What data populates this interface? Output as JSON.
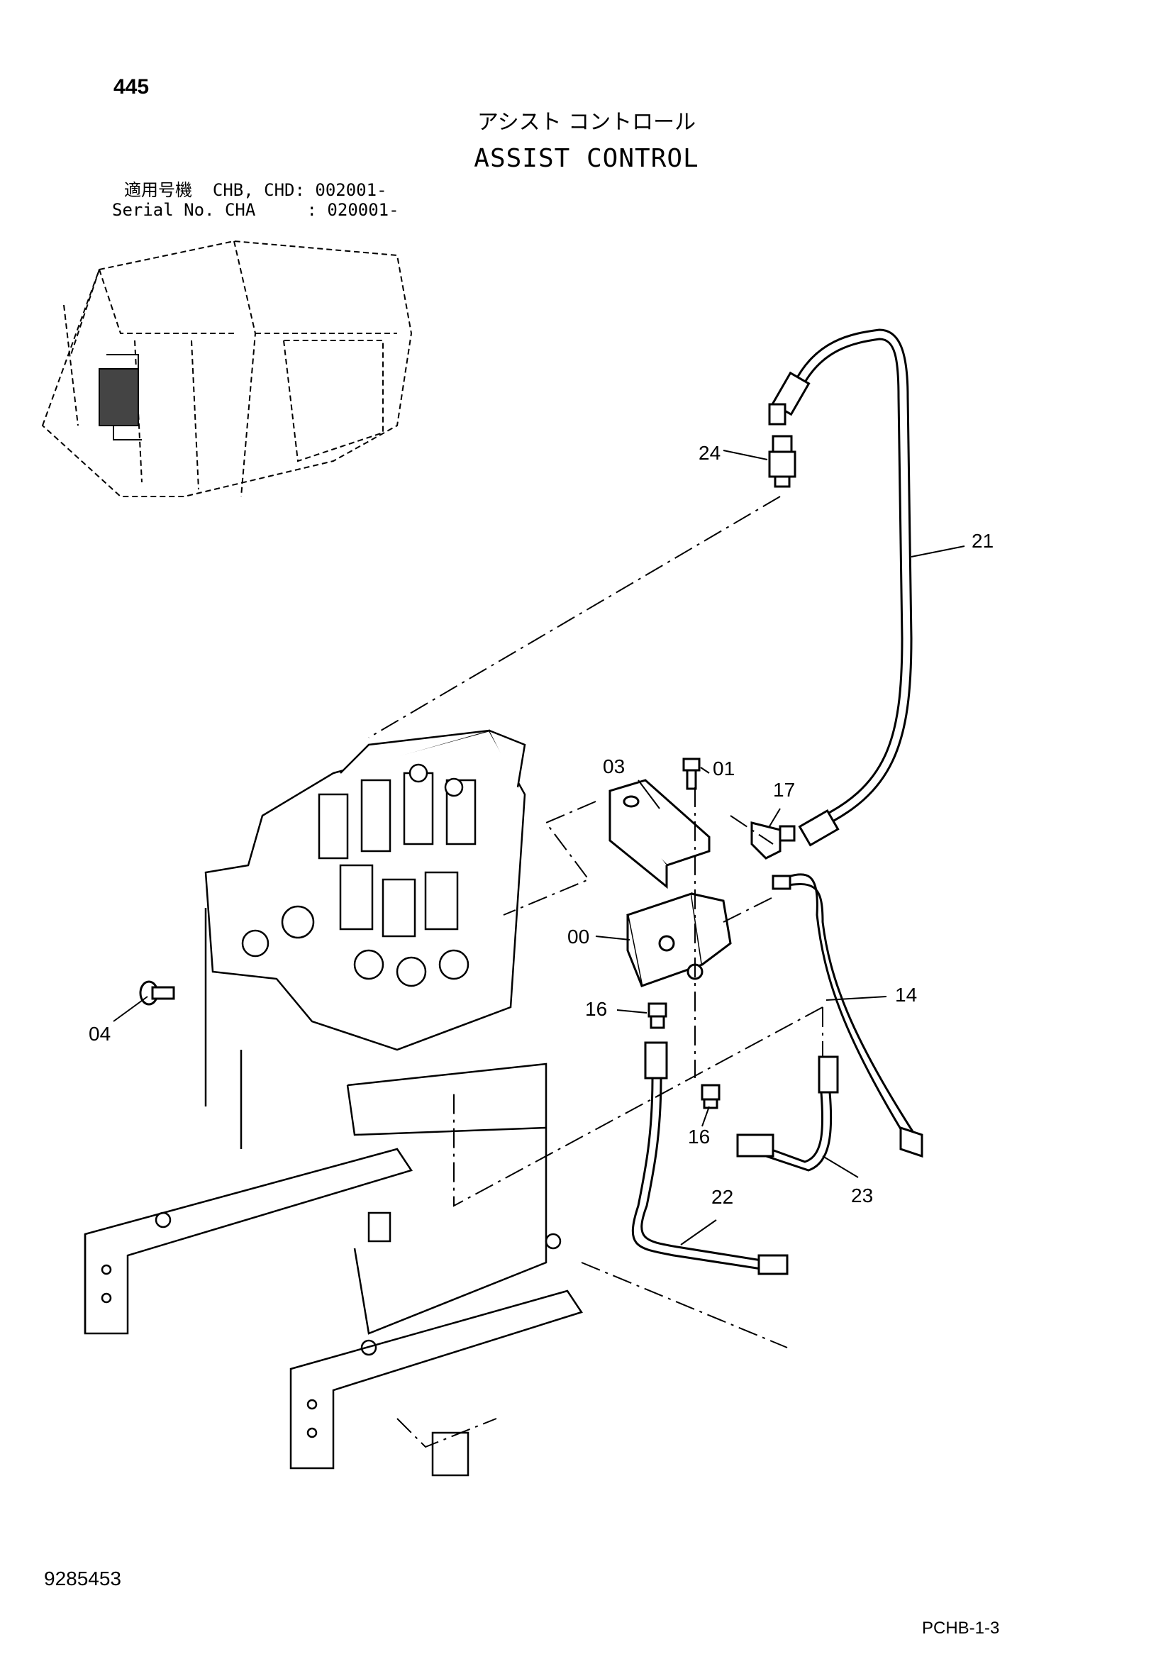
{
  "page_number": "445",
  "title_jp": "アシスト コントロール",
  "title_en": "ASSIST CONTROL",
  "serial_line_1": "適用号機  CHB, CHD: 002001-",
  "serial_line_2": "Serial No. CHA     : 020001-",
  "part_labels": [
    {
      "id": "24",
      "text": "24"
    },
    {
      "id": "21",
      "text": "21"
    },
    {
      "id": "03",
      "text": "03"
    },
    {
      "id": "01",
      "text": "01"
    },
    {
      "id": "17",
      "text": "17"
    },
    {
      "id": "00",
      "text": "00"
    },
    {
      "id": "14",
      "text": "14"
    },
    {
      "id": "16a",
      "text": "16"
    },
    {
      "id": "04",
      "text": "04"
    },
    {
      "id": "16b",
      "text": "16"
    },
    {
      "id": "23",
      "text": "23"
    },
    {
      "id": "22",
      "text": "22"
    }
  ],
  "document_number": "9285453",
  "footer_code": "PCHB-1-3"
}
